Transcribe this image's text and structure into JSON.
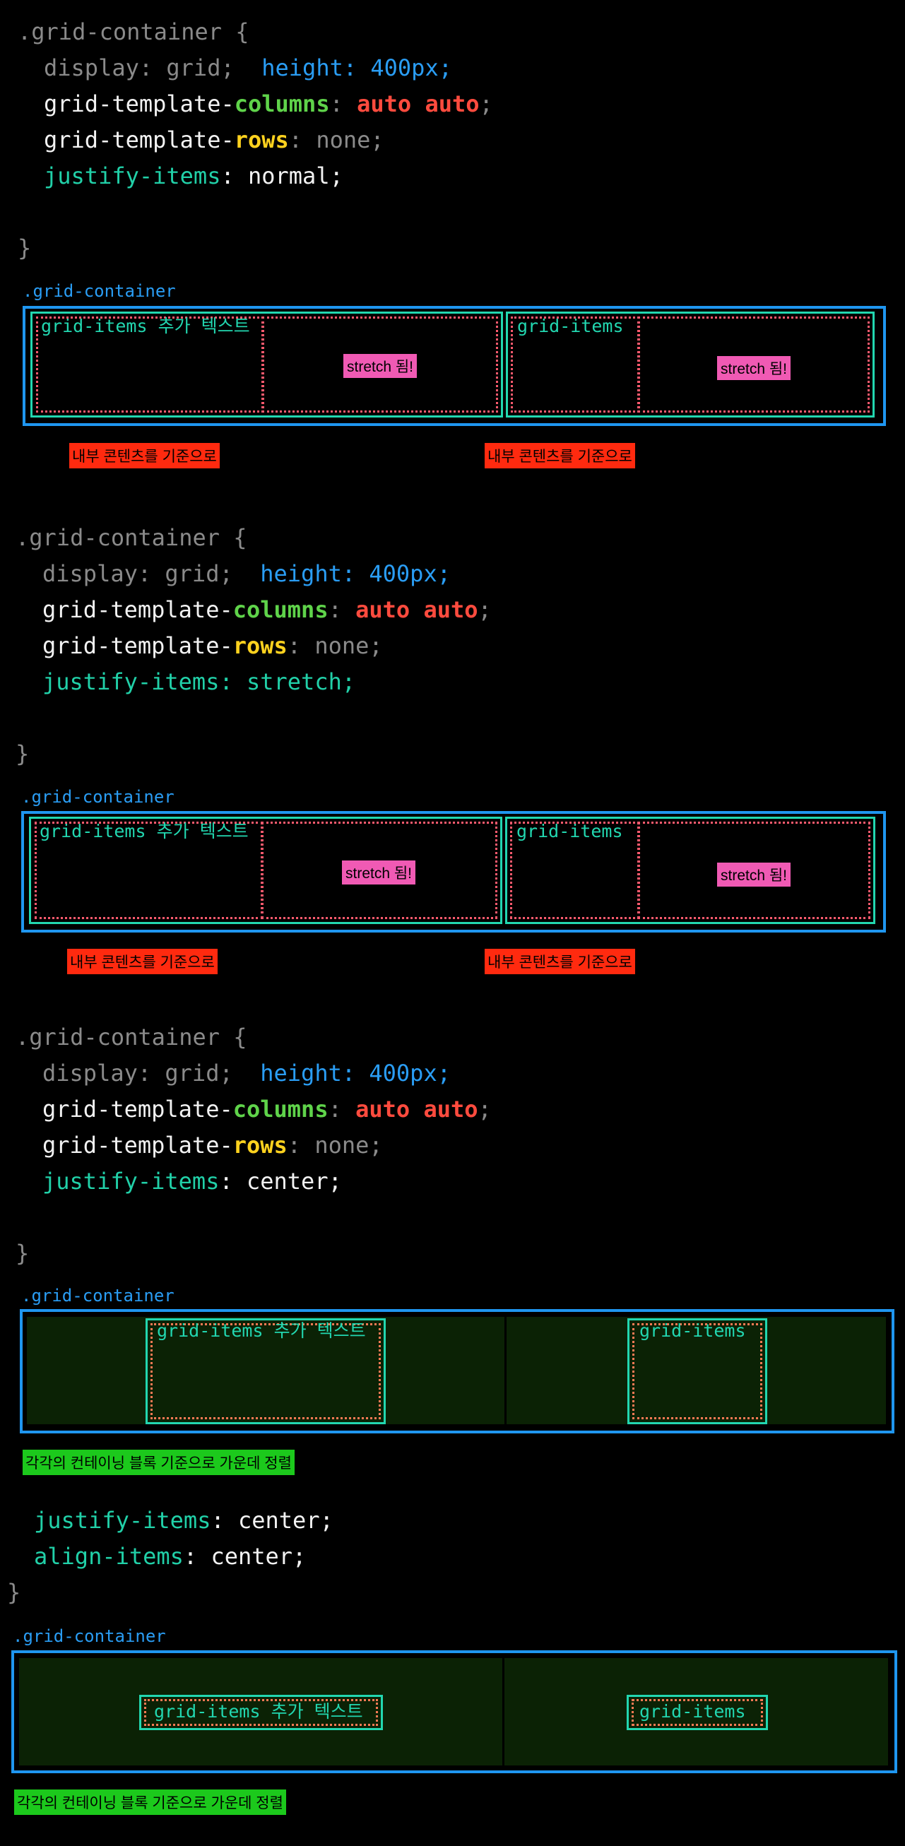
{
  "sections": [
    {
      "selector": ".grid-container {",
      "display": "display: grid;",
      "height_prop": "height",
      "height_val": ": 400px;",
      "cols_a": "grid-template-",
      "cols_b": "columns",
      "cols_c": ": ",
      "cols_val": "auto auto",
      "semi": ";",
      "rows_a": "grid-template-",
      "rows_b": "rows",
      "rows_c": ": none;",
      "ji_prop": "justify-items",
      "ji_val": ": normal;",
      "close": "}"
    },
    {
      "selector": ".grid-container {",
      "display": "display: grid;",
      "height_prop": "height",
      "height_val": ": 400px;",
      "cols_a": "grid-template-",
      "cols_b": "columns",
      "cols_c": ": ",
      "cols_val": "auto auto",
      "semi": ";",
      "rows_a": "grid-template-",
      "rows_b": "rows",
      "rows_c": ": none;",
      "ji_prop": "justify-items",
      "ji_val": ": stretch;",
      "close": "}"
    },
    {
      "selector": ".grid-container {",
      "display": "display: grid;",
      "height_prop": "height",
      "height_val": ": 400px;",
      "cols_a": "grid-template-",
      "cols_b": "columns",
      "cols_c": ": ",
      "cols_val": "auto auto",
      "semi": ";",
      "rows_a": "grid-template-",
      "rows_b": "rows",
      "rows_c": ": none;",
      "ji_prop": "justify-items",
      "ji_val": ": center;",
      "close": "}"
    }
  ],
  "section4": {
    "ji_prop": "justify-items",
    "ji_val": ": center;",
    "ai_prop": "align-items",
    "ai_val": ": center;",
    "close": "}"
  },
  "container_label": ".grid-container",
  "item_text_long": "grid-items 추가 텍스트",
  "item_text_short": "grid-items",
  "stretch_label": "stretch 됨!",
  "content_basis_label": "내부 콘텐츠를 기준으로",
  "center_label": "각각의 컨테이닝 블록 기준으로 가운데 정렬",
  "colors": {
    "container_border": "#1f96f0",
    "cell_border": "#22d7b0",
    "dotted": "#ff5a6e",
    "stretch_tag": "#f05ab4",
    "content_tag": "#ff2a0f",
    "center_tag": "#1cc91c"
  }
}
